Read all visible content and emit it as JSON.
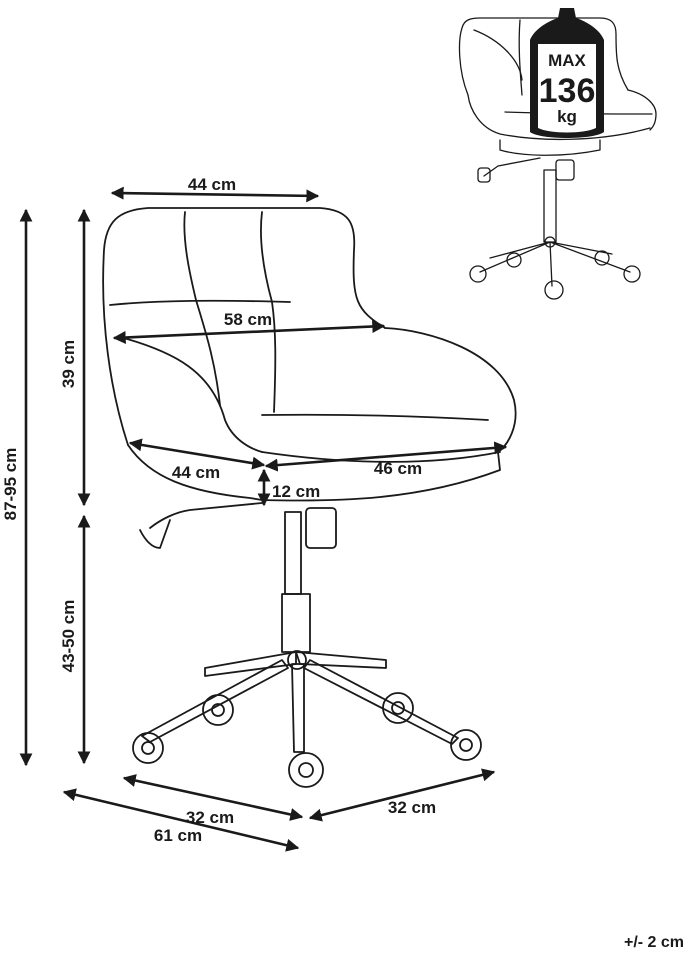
{
  "dimensions": {
    "back_width": "44 cm",
    "seat_width": "58 cm",
    "seat_depth_left": "44 cm",
    "seat_depth_right": "46 cm",
    "seat_thickness": "12 cm",
    "back_height": "39 cm",
    "total_height": "87-95 cm",
    "seat_height": "43-50 cm",
    "base_left": "32 cm",
    "base_right": "32 cm",
    "base_total": "61 cm"
  },
  "max_load": {
    "line1": "MAX",
    "line2": "136",
    "line3": "kg"
  },
  "tolerance": "+/- 2 cm"
}
